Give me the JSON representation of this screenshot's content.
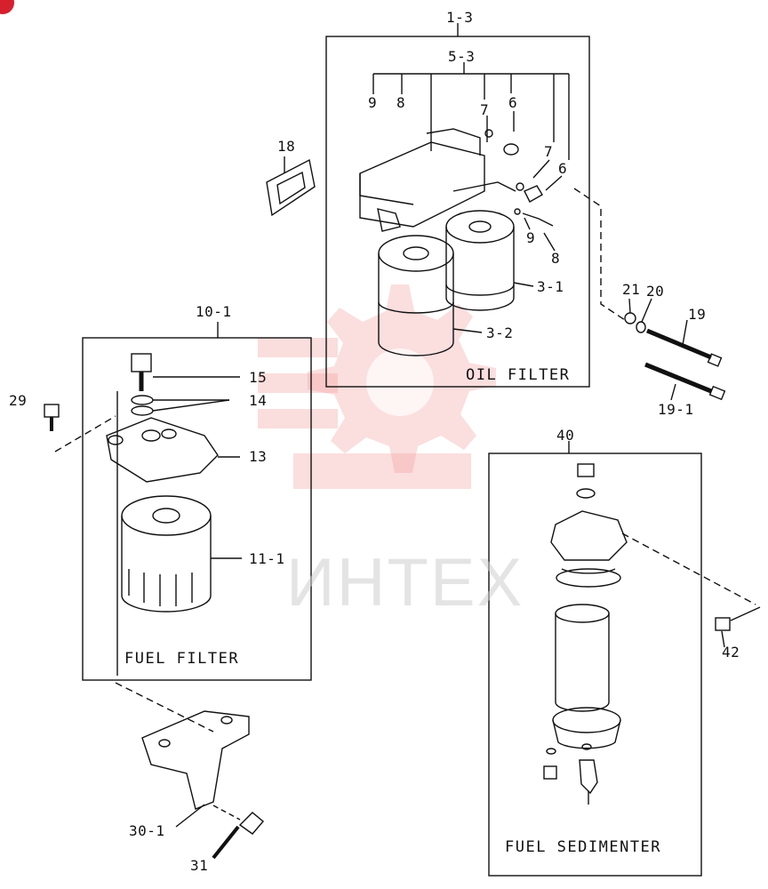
{
  "watermark": {
    "text": "ИНТЕХ",
    "logo": "gear-logo",
    "color": "#f3a0a0"
  },
  "badge": {
    "color": "#d6202e"
  },
  "boxes": {
    "oil_filter": {
      "title": "OIL FILTER",
      "code": "1-3",
      "sub_code": "5-3"
    },
    "fuel_filter": {
      "title": "FUEL FILTER",
      "code": "10-1"
    },
    "fuel_sedimenter": {
      "title": "FUEL SEDIMENTER",
      "code": "40"
    }
  },
  "parts": {
    "p9a": "9",
    "p8a": "8",
    "p7a": "7",
    "p6a": "6",
    "p7b": "7",
    "p6b": "6",
    "p9b": "9",
    "p8b": "8",
    "p31": "3-1",
    "p32": "3-2",
    "p18": "18",
    "p21": "21",
    "p20": "20",
    "p19": "19",
    "p191": "19-1",
    "p15": "15",
    "p14": "14",
    "p13": "13",
    "p111": "11-1",
    "p29": "29",
    "p301": "30-1",
    "p31b": "31",
    "p42": "42"
  }
}
